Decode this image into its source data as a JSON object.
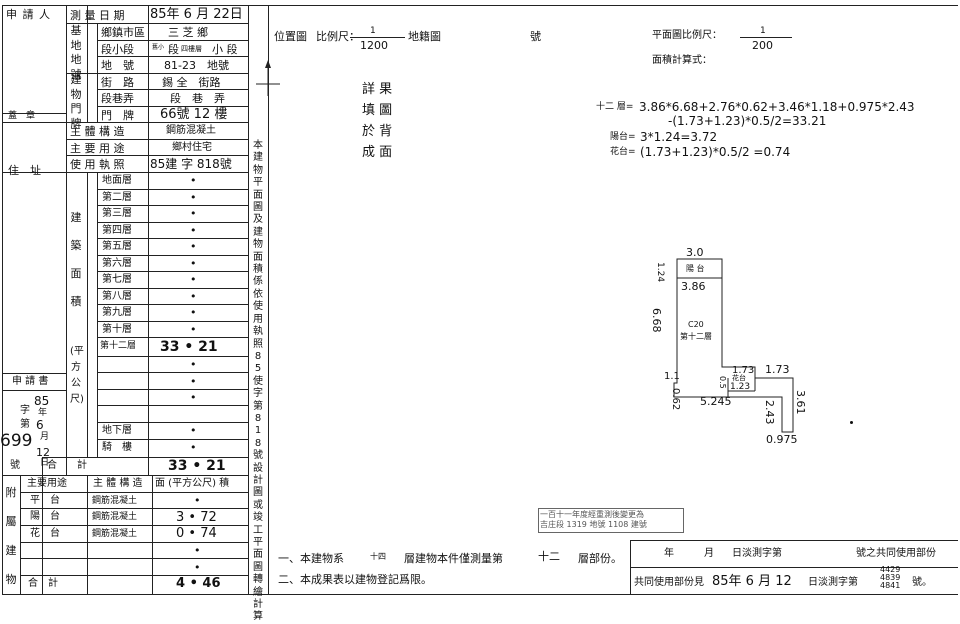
{
  "header": {
    "applicant": "申 請 人",
    "survey_date_label": "測 量 日 期",
    "survey_date_value": "85年 6 月 22日",
    "location_label": "位置圖",
    "location_scale_label": "比例尺：",
    "location_scale_num": "1",
    "location_scale_den": "1200",
    "cadastral_label": "地籍圖",
    "no_label": "號",
    "floor_scale_label": "平面圖比例尺：",
    "floor_scale_num": "1",
    "floor_scale_den": "200",
    "area_formula_label": "面積計算式："
  },
  "left_table": {
    "side_labels": [
      "基",
      "地",
      "地",
      "號"
    ],
    "bldg_labels": [
      "建",
      "物",
      "門",
      "牌"
    ],
    "rows": [
      {
        "label": "鄉鎮市區",
        "value": "三 芝 鄉"
      },
      {
        "label": "段小段",
        "value": "小 段"
      },
      {
        "label": "地　號",
        "value": "81-23　地號"
      },
      {
        "label": "街　路",
        "value": "錫 全　街路"
      },
      {
        "label": "段巷弄",
        "value": "段　巷　弄"
      },
      {
        "label": "門　牌",
        "value": "66號 12 樓"
      }
    ],
    "section_prefix": "舊小",
    "section_mid": "段",
    "section_small": "四樓層",
    "structure_label": "主 體 構 造",
    "structure_value": "鋼筋混凝土",
    "use_label": "主 要 用 途",
    "use_value": "鄉村住宅",
    "license_label": "使 用 執 照",
    "license_value": "85建 字 818號",
    "address_label": "住　址",
    "seal_label": "蓋　章"
  },
  "floor_area": {
    "column_label": [
      "建",
      "築",
      "面",
      "積",
      "(平",
      "方",
      "公",
      "尺)"
    ],
    "rows": [
      {
        "label": "地面層",
        "value": "•"
      },
      {
        "label": "第二層",
        "value": "•"
      },
      {
        "label": "第三層",
        "value": "•"
      },
      {
        "label": "第四層",
        "value": "•"
      },
      {
        "label": "第五層",
        "value": "•"
      },
      {
        "label": "第六層",
        "value": "•"
      },
      {
        "label": "第七層",
        "value": "•"
      },
      {
        "label": "第八層",
        "value": "•"
      },
      {
        "label": "第九層",
        "value": "•"
      },
      {
        "label": "第十層",
        "value": "•"
      },
      {
        "label": "第十二層",
        "value": "33 • 21"
      },
      {
        "label": "",
        "value": "•"
      },
      {
        "label": "",
        "value": "•"
      },
      {
        "label": "",
        "value": "•"
      },
      {
        "label": "地下層",
        "value": "•"
      },
      {
        "label": "騎　樓",
        "value": "•"
      }
    ],
    "total_label": "合　　計",
    "total_value": "33 • 21"
  },
  "application": {
    "label": "申 請 書",
    "year": "85",
    "year_label": "年",
    "char_label": "字",
    "no_label": "第",
    "month": "6",
    "month_label": "月",
    "day": "12",
    "day_label": "日",
    "number": "699",
    "number_label": "號"
  },
  "annex": {
    "side_label": [
      "附",
      "屬",
      "建",
      "物"
    ],
    "headers": [
      "主要用途",
      "主 體 構 造",
      "面 (平方公尺) 積"
    ],
    "rows": [
      {
        "use": "平　台",
        "structure": "鋼筋混凝土",
        "area": "•"
      },
      {
        "use": "陽　台",
        "structure": "鋼筋混凝土",
        "area": "3 • 72"
      },
      {
        "use": "花　台",
        "structure": "鋼筋混凝土",
        "area": "0 • 74"
      },
      {
        "use": "",
        "structure": "",
        "area": "•"
      },
      {
        "use": "",
        "structure": "",
        "area": "•"
      }
    ],
    "total_label": "合　計",
    "total_value": "4 • 46"
  },
  "vertical_note": "本建物平面圖及建物面積係依使用執照85使字第818號設計圖或竣工平面圖轉繪計算",
  "location_note": [
    "詳 果",
    "填 圖",
    "於 背",
    "成 面"
  ],
  "formulas": {
    "line1_prefix": "十二 層=",
    "line1": "3.86*6.68+2.76*0.62+3.46*1.18+0.975*2.43",
    "line2": "-(1.73+1.23)*0.5/2=33.21",
    "line3_prefix": "陽台=",
    "line3": "3*1.24=3.72",
    "line4_prefix": "花台=",
    "line4": "(1.73+1.23)*0.5/2 =0.74"
  },
  "plan": {
    "balcony_label": "陽 台",
    "main_label_1": "C20",
    "main_label_2": "第十二層",
    "planter_label": "花台",
    "dims": {
      "top": "3.0",
      "left_small": "1.24",
      "under_balcony": "3.86",
      "left": "6.68",
      "step": "1.1",
      "small_left": "0.62",
      "bottom": "5.245",
      "notch_a": "1.73",
      "notch_b": "1.73",
      "notch_c": "1.23",
      "notch_h": "0.5",
      "right_inner": "2.43",
      "right": "3.61",
      "tail": "0.975"
    }
  },
  "stamp": {
    "line1": "一百十一年度經重測後變更為",
    "line2": "吉庄段 1319 地號 1108 建號"
  },
  "footer": {
    "note1_prefix": "一、本建物系",
    "note1_floors": "十四",
    "note1_mid": "層建物本件僅測量第",
    "note1_floor": "十二",
    "note1_suffix": "層部份。",
    "note2": "二、本成果表以建物登記爲限。",
    "shared_1_year": "年",
    "shared_1_month": "月",
    "shared_1_mid": "日淡測字第",
    "shared_1_end": "號之共同使用部份",
    "shared_2_prefix": "共同使用部份見",
    "shared_2_date": "85年 6 月 12",
    "shared_2_mid": "日淡測字第",
    "shared_2_nums": [
      "4429",
      "4839",
      "4841"
    ],
    "shared_2_end": "號。"
  }
}
